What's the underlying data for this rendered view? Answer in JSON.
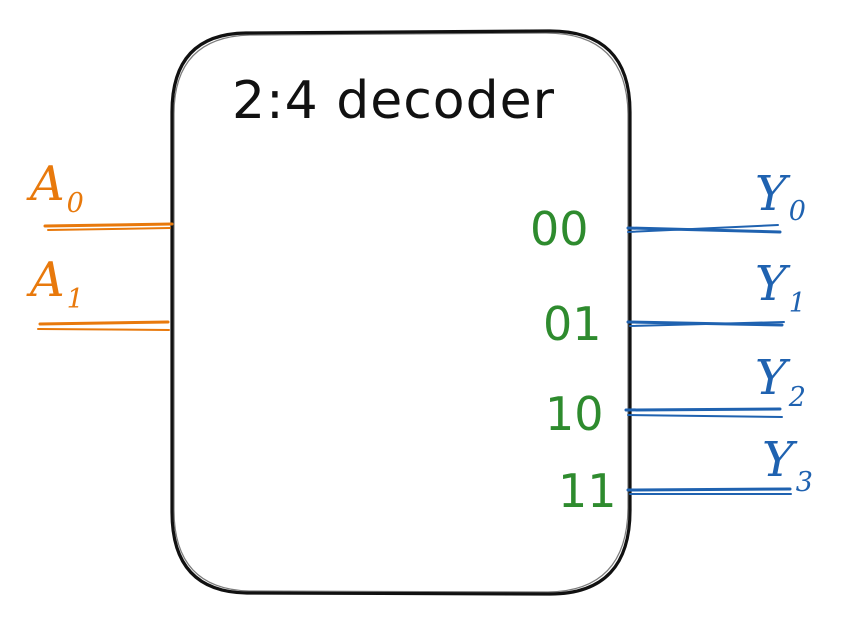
{
  "title": "2:4 decoder",
  "inputs": [
    {
      "label": "A",
      "subscript": "0"
    },
    {
      "label": "A",
      "subscript": "1"
    }
  ],
  "codes": [
    "00",
    "01",
    "10",
    "11"
  ],
  "outputs": [
    {
      "label": "Y",
      "subscript": "0"
    },
    {
      "label": "Y",
      "subscript": "1"
    },
    {
      "label": "Y",
      "subscript": "2"
    },
    {
      "label": "Y",
      "subscript": "3"
    }
  ],
  "colors": {
    "box": "#111111",
    "inputs": "#e8790c",
    "codes": "#2e8b2e",
    "outputs": "#1f62b0"
  }
}
